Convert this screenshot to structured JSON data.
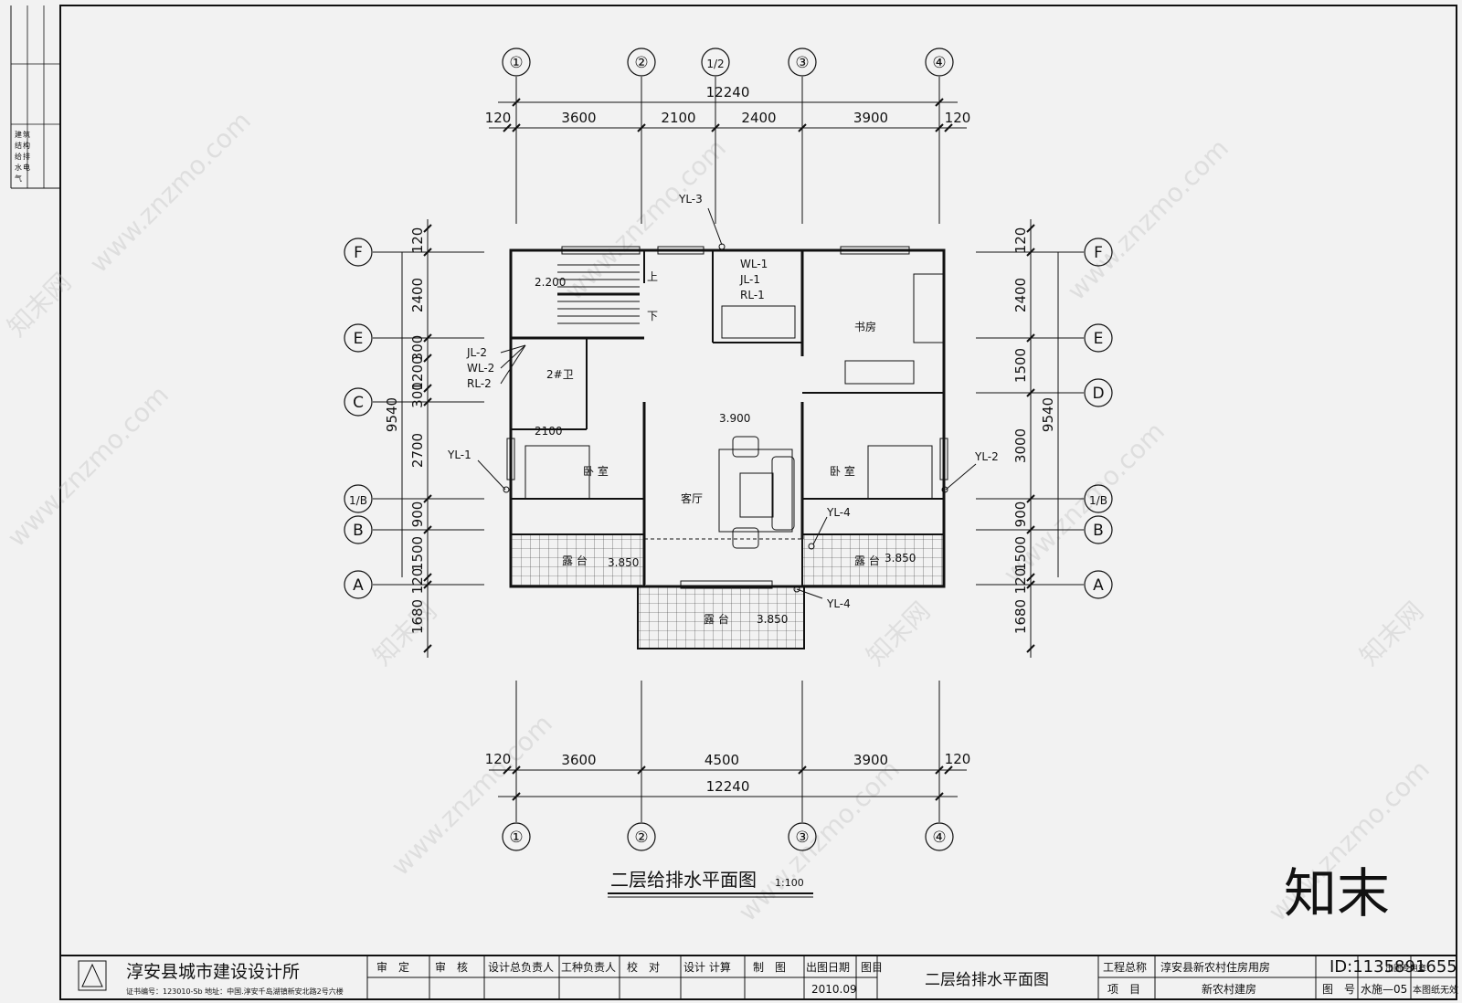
{
  "drawing": {
    "title": "二层给排水平面图",
    "scale": "1:100",
    "axes_top": [
      "①",
      "②",
      "1/2",
      "③",
      "④"
    ],
    "axes_bottom": [
      "①",
      "②",
      "③",
      "④"
    ],
    "axes_left": [
      "F",
      "E",
      "C",
      "1/B",
      "B",
      "A"
    ],
    "axes_right": [
      "F",
      "E",
      "D",
      "1/B",
      "B",
      "A"
    ],
    "top_dims": {
      "total": "12240",
      "ext": "120",
      "spans": [
        "3600",
        "2100",
        "2400",
        "3900"
      ]
    },
    "bottom_dims": {
      "total": "12240",
      "ext": "120",
      "spans": [
        "3600",
        "4500",
        "3900"
      ]
    },
    "left_dims": {
      "total": "9540",
      "segs": [
        "120",
        "2400",
        "300",
        "1200",
        "300",
        "2700",
        "900",
        "1500",
        "120",
        "1680"
      ]
    },
    "right_dims": {
      "total": "9540",
      "segs": [
        "120",
        "2400",
        "1500",
        "3000",
        "900",
        "1500",
        "120",
        "1680"
      ]
    },
    "rooms": {
      "bedroom": "卧 室",
      "living": "客厅",
      "study": "书房",
      "terrace": "露 台",
      "bath": "2#卫",
      "stair_up": "上",
      "stair_down": "下"
    },
    "elevations": {
      "floor": "3.900",
      "terrace": "3.850",
      "stair": "2.200"
    },
    "inner_dims": [
      "2100"
    ],
    "pipes": {
      "yl1": "YL-1",
      "yl2": "YL-2",
      "yl3": "YL-3",
      "yl4a": "YL-4",
      "yl4b": "YL-4",
      "jl2": "JL-2",
      "wl2": "WL-2",
      "rl2": "RL-2",
      "wl1": "WL-1",
      "jl1": "JL-1",
      "rl1": "RL-1"
    }
  },
  "side_stamp": [
    "建",
    "筑",
    "结",
    "构",
    "给",
    "排",
    "水",
    "电",
    "气"
  ],
  "title_block": {
    "institute": "淳安县城市建设设计所",
    "institute_info": "证书编号：123010-Sb  地址：中国.淳安千岛湖镇新安北路2号六楼",
    "roles": [
      "审　定",
      "审　核",
      "设计总负责人",
      "工种负责人",
      "校　对",
      "设计 计算",
      "制　图"
    ],
    "date_label": "出图日期",
    "date": "2010.09",
    "catalog": "图目",
    "drawing_name": "二层给排水平面图",
    "project_label": "工程总称",
    "project": "淳安县新农村住房用房",
    "item_label": "项　目",
    "item": "新农村建房",
    "sheet_label": "图　号",
    "sheet_no": "水施—05",
    "seal_note": "出图专用章",
    "invalid_note": "本图纸无效"
  },
  "watermarks": {
    "site": "www.znzmo.com",
    "brand": "知末网",
    "logo": "知末",
    "id": "ID:1135891655"
  }
}
